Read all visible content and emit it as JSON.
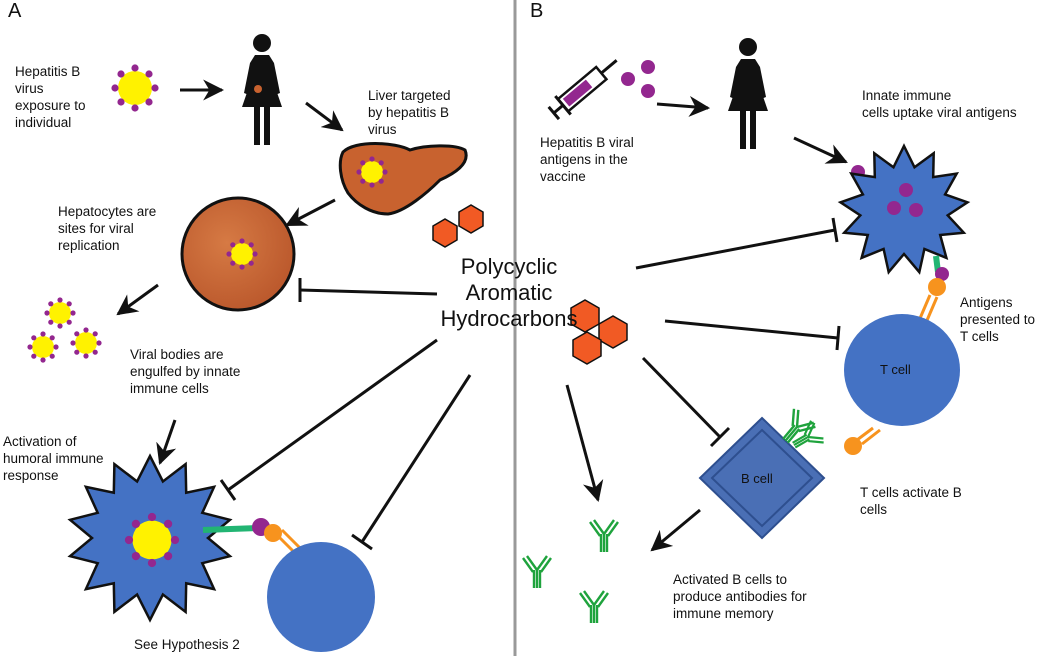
{
  "panels": {
    "a": "A",
    "b": "B"
  },
  "center": {
    "title": "Polycyclic\nAromatic\nHydrocarbons"
  },
  "panel_a": {
    "exposure": "Hepatitis B\nvirus\nexposure to\nindividual",
    "liver": "Liver targeted\nby hepatitis B\nvirus",
    "hepatocytes": "Hepatocytes are\nsites for viral\nreplication",
    "engulfed": "Viral bodies are\nengulfed by innate\nimmune cells",
    "humoral": "Activation of\nhumoral immune\nresponse",
    "hypothesis": "See Hypothesis 2"
  },
  "panel_b": {
    "vaccine": "Hepatitis B viral\nantigens in the\nvaccine",
    "innate": "Innate immune\ncells uptake viral antigens",
    "presented": "Antigens\npresented to\nT cells",
    "t_cell": "T cell",
    "activate": "T cells activate B\ncells",
    "b_cell": "B cell",
    "antibodies": "Activated B cells to\nproduce antibodies for\nimmune memory"
  },
  "colors": {
    "virus_core": "#FFF200",
    "virus_dots": "#93278F",
    "liver": "#C8622F",
    "immune_cell": "#4472C4",
    "pah": "#F15A24",
    "mhc_green": "#22B573",
    "receptor_orange": "#F7931E",
    "antibody": "#1FA33D",
    "b_cell": "#4A6FB5"
  }
}
